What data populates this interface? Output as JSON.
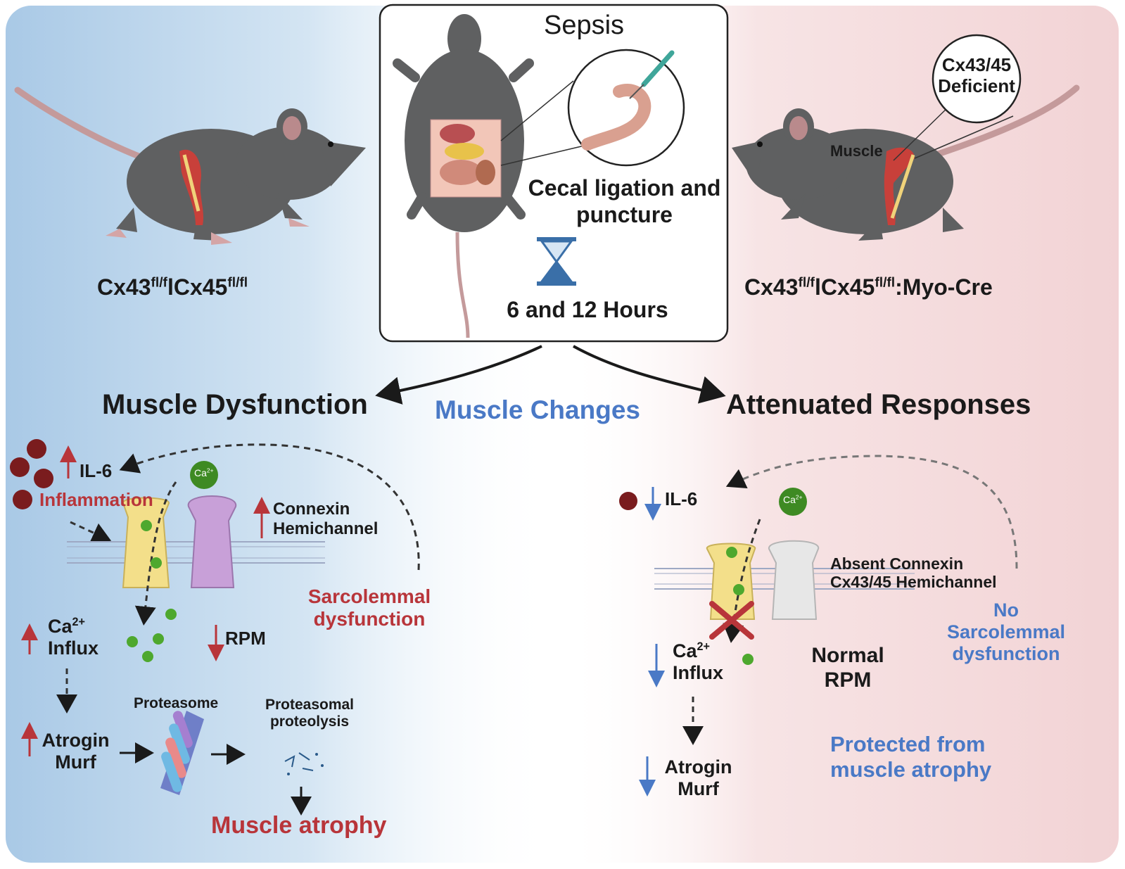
{
  "sepsis_panel": {
    "title": "Sepsis",
    "procedure": "Cecal ligation and puncture",
    "timepoints": "6 and 12 Hours"
  },
  "left_mouse": {
    "genotype_base": "Cx43",
    "genotype_sup1": "fl/f",
    "genotype_mid": "lCx45",
    "genotype_sup2": "fl/fl"
  },
  "right_mouse": {
    "genotype_base": "Cx43",
    "genotype_sup1": "fl/f",
    "genotype_mid": "lCx45",
    "genotype_sup2": "fl/fl",
    "genotype_suffix": ":Myo-Cre",
    "callout_line1": "Cx43/45",
    "callout_line2": "Deficient",
    "muscle_label": "Muscle"
  },
  "center_label": "Muscle Changes",
  "left_outcome": {
    "heading": "Muscle Dysfunction",
    "il6": "IL-6",
    "inflammation": "Inflammation",
    "ca_ion": "Ca",
    "ca_sup": "2+",
    "connexin_line1": "Connexin",
    "connexin_line2": "Hemichannel",
    "sarcolemmal_line1": "Sarcolemmal",
    "sarcolemmal_line2": "dysfunction",
    "ca_influx_ca": "Ca",
    "ca_influx_sup": "2+",
    "ca_influx_word": "Influx",
    "rpm": "RPM",
    "proteasome": "Proteasome",
    "proteolysis_line1": "Proteasomal",
    "proteolysis_line2": "proteolysis",
    "atrogin": "Atrogin",
    "murf": "Murf",
    "atrophy": "Muscle atrophy"
  },
  "right_outcome": {
    "heading": "Attenuated Responses",
    "il6": "IL-6",
    "ca_ion": "Ca",
    "ca_sup": "2+",
    "absent_line1": "Absent Connexin",
    "absent_line2": "Cx43/45 Hemichannel",
    "no_sarc_line1": "No",
    "no_sarc_line2": "Sarcolemmal",
    "no_sarc_line3": "dysfunction",
    "ca_influx_ca": "Ca",
    "ca_influx_sup": "2+",
    "ca_influx_word": "Influx",
    "normal_line1": "Normal",
    "normal_line2": "RPM",
    "protected_line1": "Protected from",
    "protected_line2": "muscle atrophy",
    "atrogin": "Atrogin",
    "murf": "Murf"
  },
  "colors": {
    "left_bg": "#b3d0ea",
    "right_bg": "#f5dbdc",
    "red_text": "#b8353a",
    "blue_text": "#4a79c6",
    "mouse": "#5f6061",
    "hemichannel_yellow": "#f3df8a",
    "hemichannel_purple": "#c8a0d8",
    "ion_green": "#4ea82e",
    "cytokine": "#7a1c1e"
  }
}
